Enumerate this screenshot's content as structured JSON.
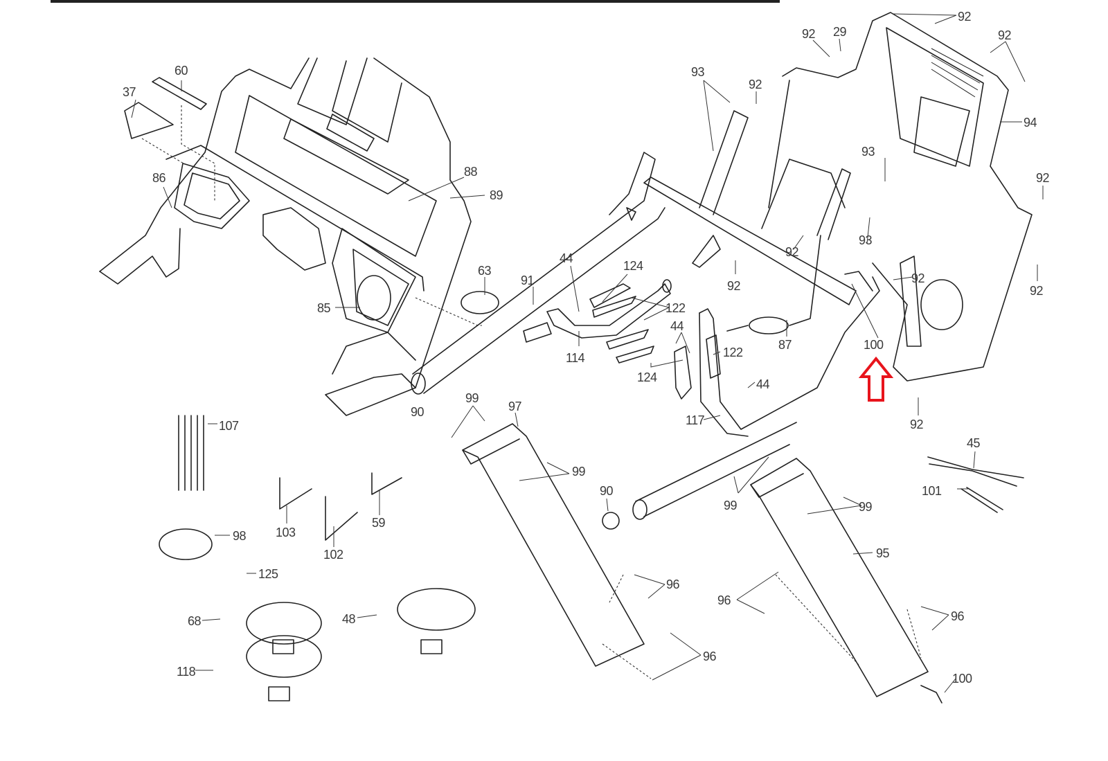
{
  "diagram": {
    "title": "",
    "type": "exploded-parts-diagram",
    "highlight": {
      "part": "100",
      "color": "#e8141c",
      "marker": "up-arrow"
    },
    "labels": [
      {
        "id": "l-60",
        "text": "60"
      },
      {
        "id": "l-37",
        "text": "37"
      },
      {
        "id": "l-86",
        "text": "86"
      },
      {
        "id": "l-88",
        "text": "88"
      },
      {
        "id": "l-89",
        "text": "89"
      },
      {
        "id": "l-85",
        "text": "85"
      },
      {
        "id": "l-63",
        "text": "63"
      },
      {
        "id": "l-91",
        "text": "91"
      },
      {
        "id": "l-90a",
        "text": "90"
      },
      {
        "id": "l-44a",
        "text": "44"
      },
      {
        "id": "l-124a",
        "text": "124"
      },
      {
        "id": "l-122a",
        "text": "122"
      },
      {
        "id": "l-114",
        "text": "114"
      },
      {
        "id": "l-44b",
        "text": "44"
      },
      {
        "id": "l-124b",
        "text": "124"
      },
      {
        "id": "l-122b",
        "text": "122"
      },
      {
        "id": "l-44c",
        "text": "44"
      },
      {
        "id": "l-117",
        "text": "117"
      },
      {
        "id": "l-87",
        "text": "87"
      },
      {
        "id": "l-100a",
        "text": "100"
      },
      {
        "id": "l-93a",
        "text": "93"
      },
      {
        "id": "l-92a",
        "text": "92"
      },
      {
        "id": "l-92b",
        "text": "92"
      },
      {
        "id": "l-29",
        "text": "29"
      },
      {
        "id": "l-92c",
        "text": "92"
      },
      {
        "id": "l-92d",
        "text": "92"
      },
      {
        "id": "l-94",
        "text": "94"
      },
      {
        "id": "l-93b",
        "text": "93"
      },
      {
        "id": "l-92e",
        "text": "92"
      },
      {
        "id": "l-92f",
        "text": "92"
      },
      {
        "id": "l-92g",
        "text": "92"
      },
      {
        "id": "l-93c",
        "text": "93"
      },
      {
        "id": "l-92h",
        "text": "92"
      },
      {
        "id": "l-92i",
        "text": "92"
      },
      {
        "id": "l-92j",
        "text": "92"
      },
      {
        "id": "l-45",
        "text": "45"
      },
      {
        "id": "l-101",
        "text": "101"
      },
      {
        "id": "l-107",
        "text": "107"
      },
      {
        "id": "l-103",
        "text": "103"
      },
      {
        "id": "l-102",
        "text": "102"
      },
      {
        "id": "l-59",
        "text": "59"
      },
      {
        "id": "l-98",
        "text": "98"
      },
      {
        "id": "l-125",
        "text": "125"
      },
      {
        "id": "l-68",
        "text": "68"
      },
      {
        "id": "l-118",
        "text": "118"
      },
      {
        "id": "l-48",
        "text": "48"
      },
      {
        "id": "l-99a",
        "text": "99"
      },
      {
        "id": "l-97",
        "text": "97"
      },
      {
        "id": "l-99b",
        "text": "99"
      },
      {
        "id": "l-90b",
        "text": "90"
      },
      {
        "id": "l-99c",
        "text": "99"
      },
      {
        "id": "l-99d",
        "text": "99"
      },
      {
        "id": "l-95",
        "text": "95"
      },
      {
        "id": "l-96a",
        "text": "96"
      },
      {
        "id": "l-96b",
        "text": "96"
      },
      {
        "id": "l-96c",
        "text": "96"
      },
      {
        "id": "l-96d",
        "text": "96"
      },
      {
        "id": "l-100b",
        "text": "100"
      }
    ]
  }
}
